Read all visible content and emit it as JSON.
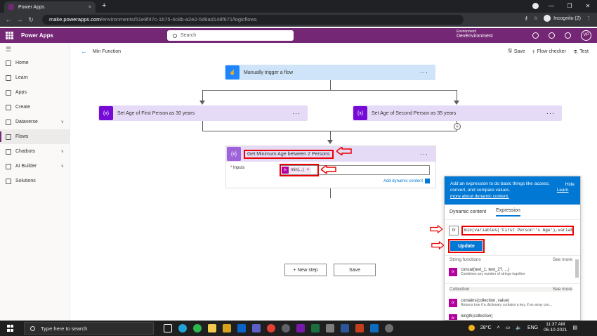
{
  "browser": {
    "tab_title": "Power Apps",
    "tab_close": "×",
    "new_tab": "+",
    "url_host": "make.powerapps.com",
    "url_path": "/environments/51e8f47c-1b75-4c8b-a2e2-5d6ad148f671/logicflows",
    "profile_label": "Incognito (2)",
    "window_minimize": "—",
    "window_restore": "❐",
    "window_close": "✕",
    "nav_back": "←",
    "nav_forward": "→",
    "nav_reload": "↻",
    "menu_dots": "⋮"
  },
  "header": {
    "app_name": "Power Apps",
    "search_placeholder": "Search",
    "environment_label": "Environment",
    "environment_name": "DevEnvironment",
    "user_initials": "VP",
    "brand_color": "#742774"
  },
  "sidebar": {
    "menu_icon": "☰",
    "items": [
      {
        "label": "Home",
        "icon": "home-icon"
      },
      {
        "label": "Learn",
        "icon": "book-icon"
      },
      {
        "label": "Apps",
        "icon": "apps-icon"
      },
      {
        "label": "Create",
        "icon": "plus-icon"
      },
      {
        "label": "Dataverse",
        "icon": "database-icon",
        "chevron": "∨"
      },
      {
        "label": "Flows",
        "icon": "flow-icon",
        "active": true
      },
      {
        "label": "Chatbots",
        "icon": "chatbot-icon",
        "chevron": "∨"
      },
      {
        "label": "AI Builder",
        "icon": "ai-icon",
        "chevron": "∨"
      },
      {
        "label": "Solutions",
        "icon": "solutions-icon"
      }
    ]
  },
  "commandbar": {
    "back_glyph": "←",
    "flow_name": "Min Function",
    "save": "Save",
    "flow_checker": "Flow checker",
    "test": "Test"
  },
  "flow": {
    "trigger": {
      "title": "Manually trigger a flow",
      "menu": "···"
    },
    "var1": {
      "title": "Set Age of First Person as 30 years",
      "icon_text": "{x}",
      "menu": "···"
    },
    "var2": {
      "title": "Set Age of Second Person as 35 years",
      "icon_text": "{x}",
      "menu": "···"
    },
    "compose": {
      "title": "Get Minimum Age between 2 Persons",
      "icon_text": "{x}",
      "menu": "···",
      "inputs_label": "Inputs",
      "required_mark": "*",
      "token_label": "min(...)",
      "token_close": "×",
      "add_dynamic": "Add dynamic content"
    },
    "plus": "+",
    "new_step": "+ New step",
    "save": "Save"
  },
  "expression_panel": {
    "info_text": "Add an expression to do basic things like access, convert, and compare values.",
    "info_link": "Learn more about dynamic content.",
    "hide": "Hide",
    "tabs": [
      "Dynamic content",
      "Expression"
    ],
    "selected_tab": "Expression",
    "fx": "fx",
    "expression_value": "min(variables('First Person''s Age'),variables('Second Person''s Age'))",
    "update": "Update",
    "sections": [
      {
        "title": "String functions",
        "see_more": "See more"
      },
      {
        "title": "Collection",
        "see_more": "See more"
      }
    ],
    "functions": [
      {
        "name": "concat(text_1, text_2?, ...)",
        "desc": "Combines any number of strings together"
      },
      {
        "name": "contains(collection, value)",
        "desc": "Returns true if a dictionary contains a key, if an array con..."
      },
      {
        "name": "length(collection)",
        "desc": ""
      }
    ]
  },
  "taskbar": {
    "search_placeholder": "Type here to search",
    "weather": "28°C",
    "language": "ENG",
    "time": "11:37 AM",
    "date": "06-10-2021"
  },
  "colors": {
    "annotation_red": "#e00000",
    "trigger_blue": "#1f85ff",
    "variable_purple": "#770bd6",
    "fx_magenta": "#b4009e",
    "link_blue": "#0078d4"
  }
}
